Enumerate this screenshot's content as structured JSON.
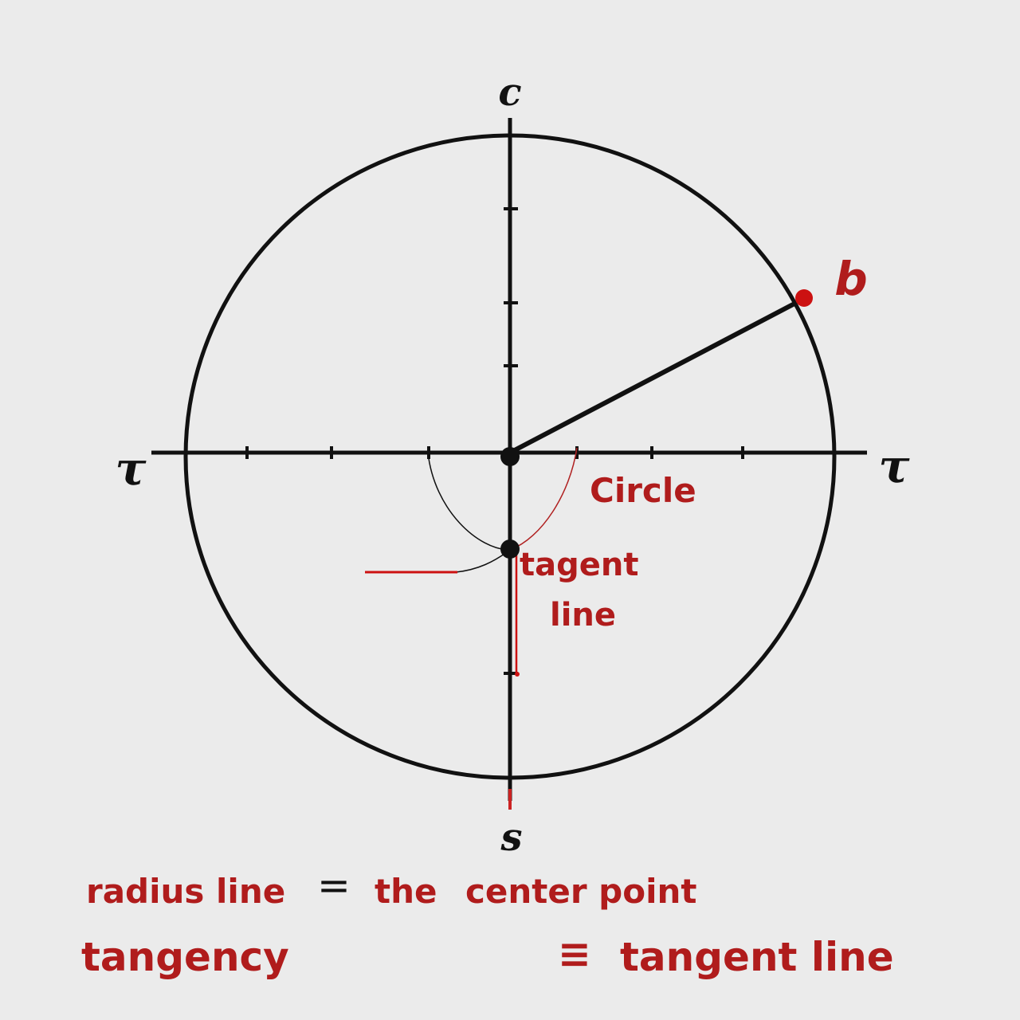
{
  "colors": {
    "background": "#ebebeb",
    "stroke": "#111111",
    "accent_red": "#b01c1c",
    "point_red": "#cc1111"
  },
  "diagram": {
    "labels": {
      "top_axis": "c",
      "bottom_axis": "s",
      "left_axis": "τ",
      "right_axis": "τ",
      "point_b": "b",
      "circle": "Circle",
      "tangent_line_1": "tagent",
      "tangent_line_2": "line"
    }
  },
  "captions": {
    "line1_left": "radius line",
    "line1_op": "=",
    "line1_mid": "the",
    "line1_right": "center point",
    "line2_left": "tangency",
    "line2_op": "≡",
    "line2_right": "tangent line"
  }
}
